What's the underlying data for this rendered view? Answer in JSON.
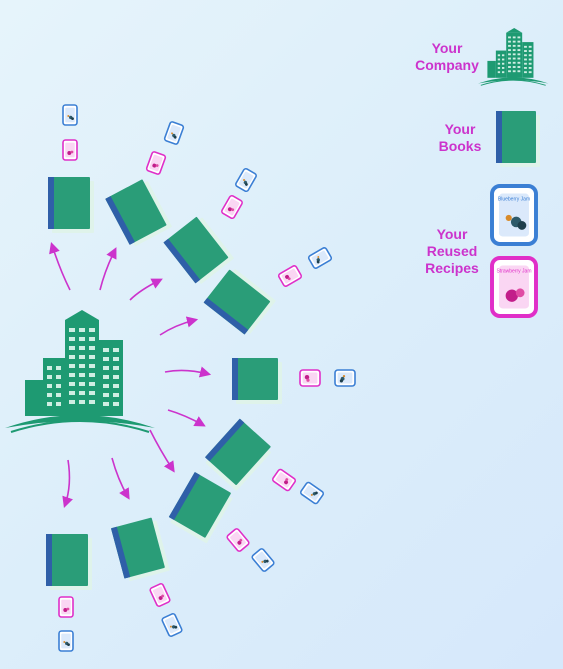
{
  "colors": {
    "book_green": "#2a9d78",
    "book_spine": "#2f5fa8",
    "book_pages": "#dff3ea",
    "blue_card": "#3b7fd4",
    "pink_card": "#e02fc8",
    "arrow_pink": "#cc33cc",
    "building": "#1e9a72"
  },
  "legend": {
    "company_label": "Your\nCompany",
    "books_label": "Your\nBooks",
    "recipes_label": "Your\nReused\nRecipes",
    "blue_recipe_title": "Blueberry Jam",
    "pink_recipe_title": "Strawberry Jam"
  },
  "icons": {
    "company": "office-building-icon",
    "book": "green-book-icon",
    "blue_recipe": "blueberry-recipe-card-icon",
    "pink_recipe": "strawberry-recipe-card-icon"
  },
  "books_count": 9
}
